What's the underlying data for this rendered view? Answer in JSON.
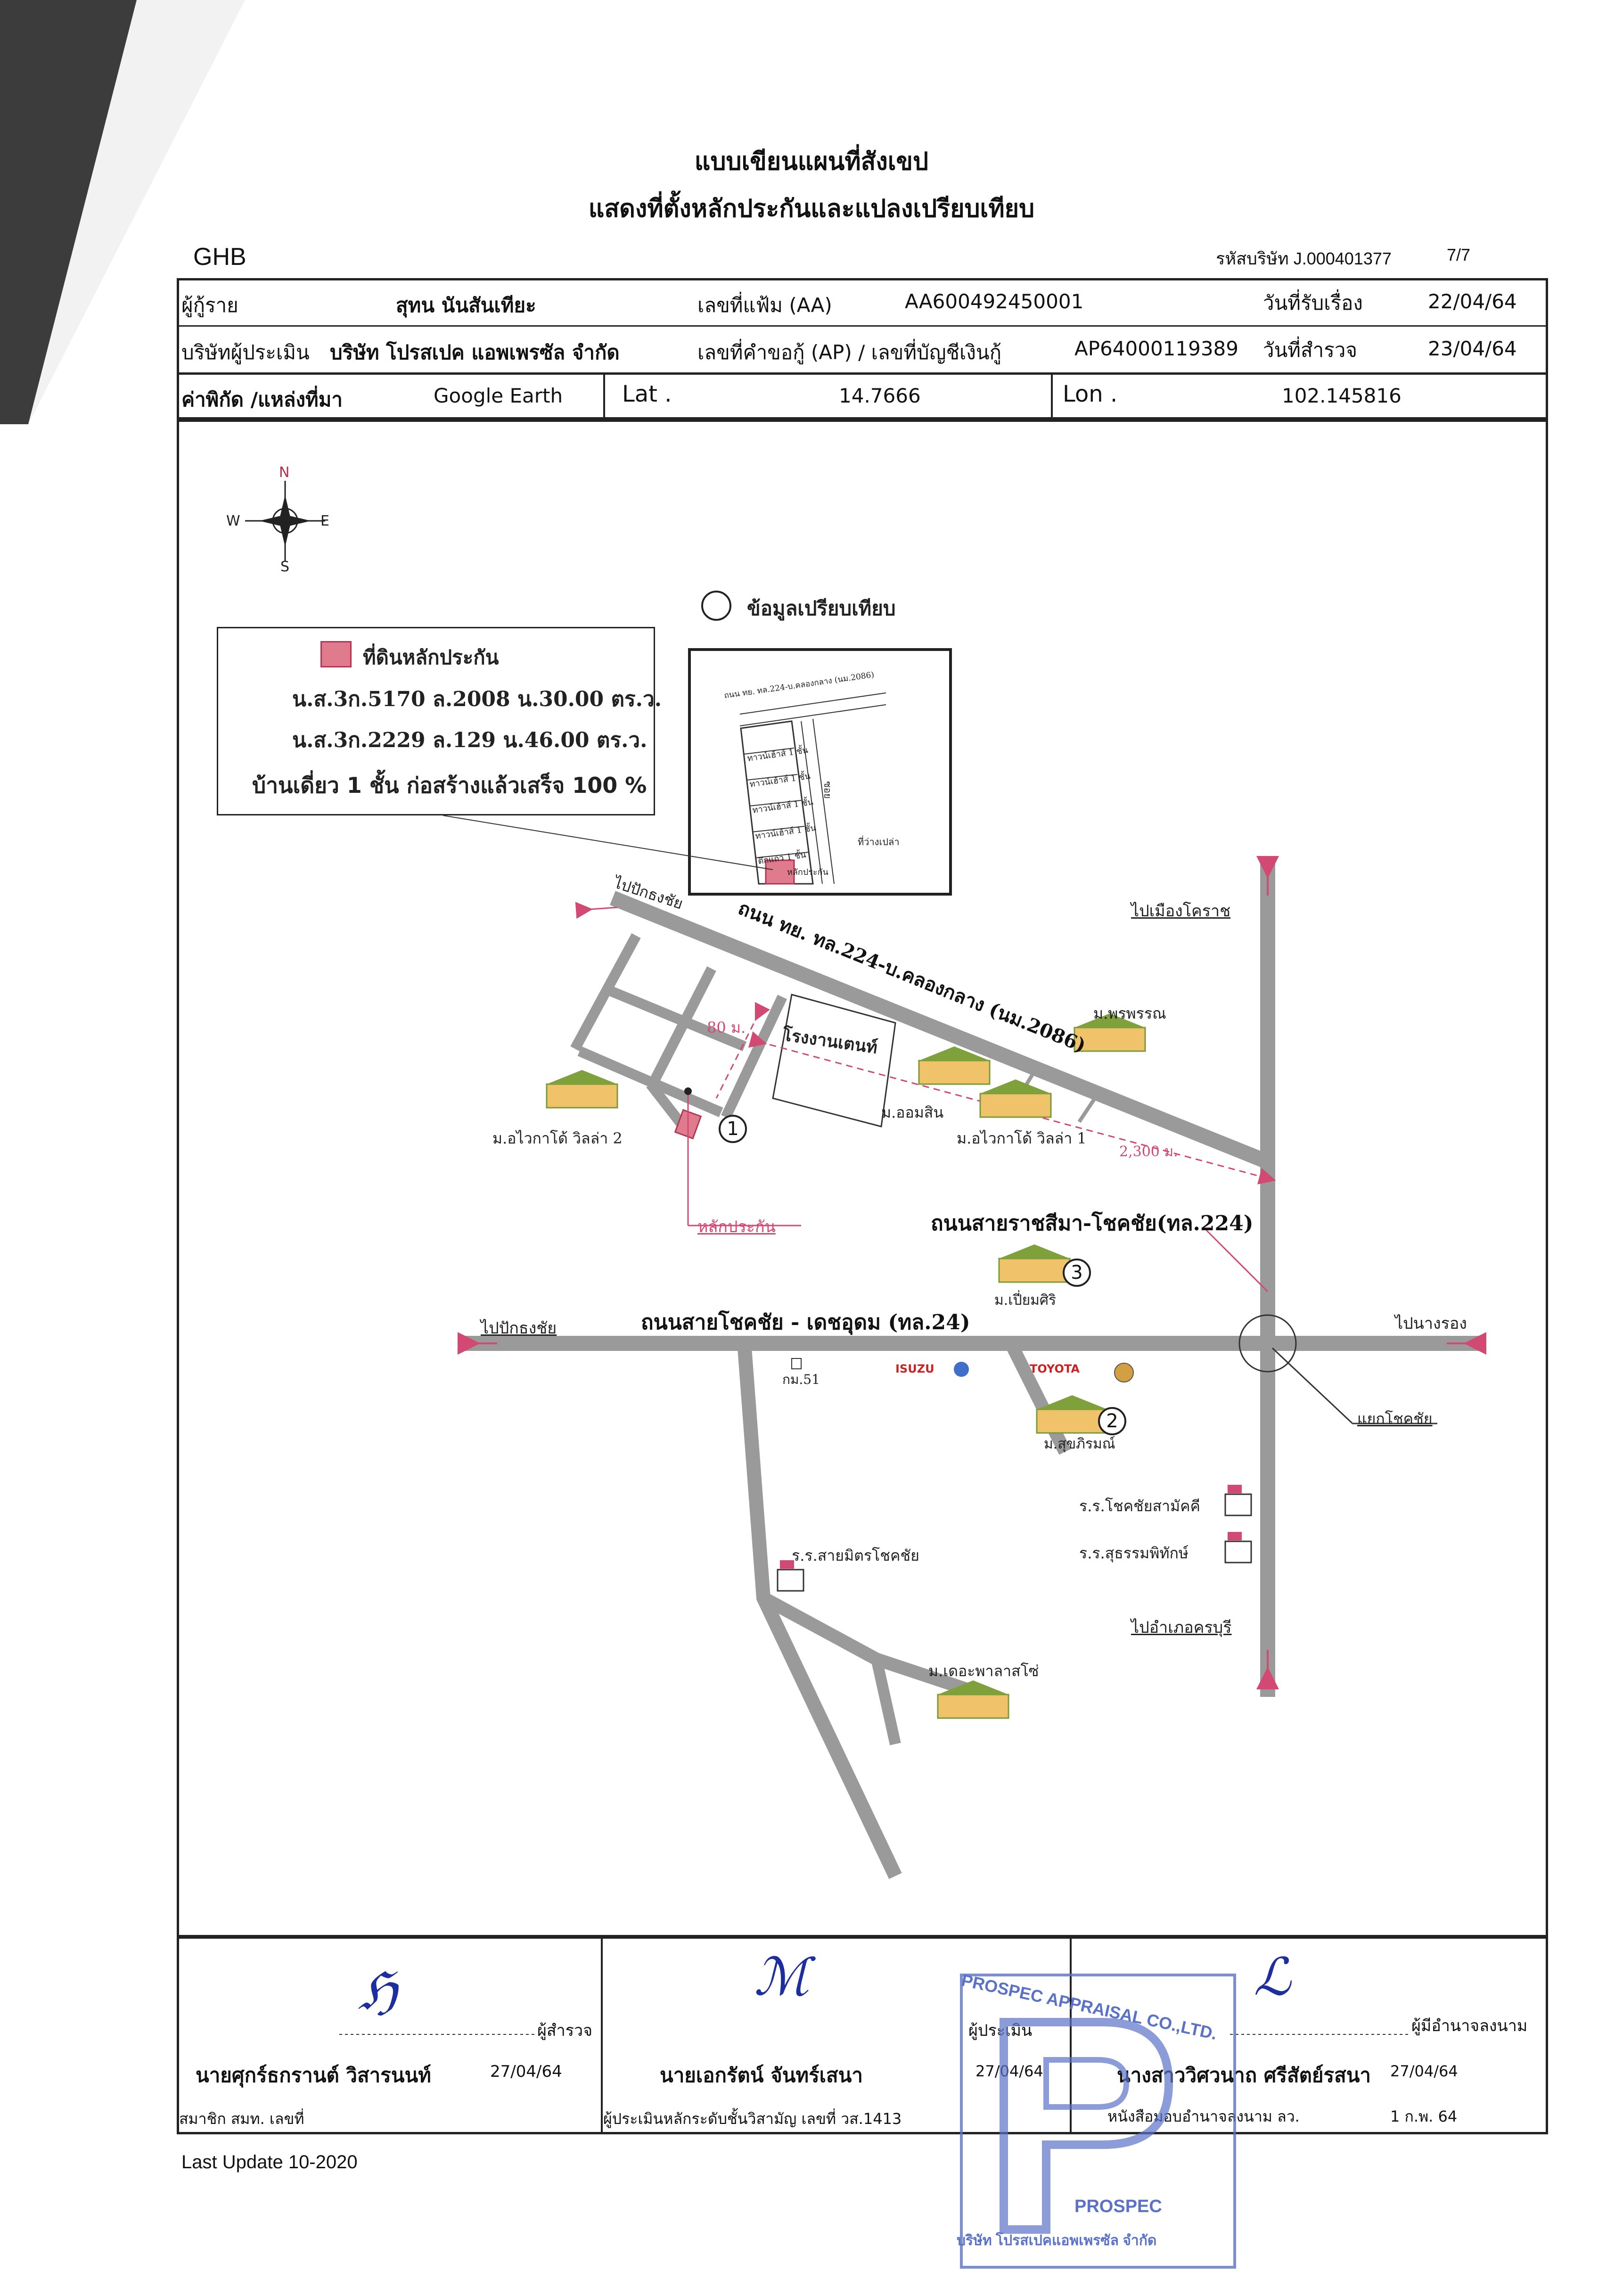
{
  "doc": {
    "title1": "แบบเขียนแผนที่สังเขป",
    "title2": "แสดงที่ตั้งหลักประกันและแปลงเปรียบเทียบ",
    "org": "GHB",
    "company_code": "รหัสบริษัท J.000401377",
    "page": "7/7",
    "last_update": "Last Update 10-2020"
  },
  "info": {
    "borrower_label": "ผู้กู้ราย",
    "borrower": "สุทน นันสันเทียะ",
    "file_label": "เลขที่แฟ้ม (AA)",
    "file_no": "AA600492450001",
    "received_label": "วันที่รับเรื่อง",
    "received_date": "22/04/64",
    "appraiser_label": "บริษัทผู้ประเมิน",
    "appraiser": "บริษัท โปรสเปค แอพเพรซัล จำกัด",
    "ap_label": "เลขที่คำขอกู้ (AP) / เลขที่บัญชีเงินกู้",
    "ap_no": "AP64000119389",
    "survey_label": "วันที่สำรวจ",
    "survey_date": "23/04/64",
    "coord_label": "ค่าพิกัด /แหล่งที่มา",
    "coord_source": "Google Earth",
    "lat_label": "Lat .",
    "lat": "14.7666",
    "lon_label": "Lon .",
    "lon": "102.145816"
  },
  "map": {
    "compass": {
      "n": "N",
      "s": "S",
      "e": "E",
      "w": "W"
    },
    "comparison_legend": "ข้อมูลเปรียบเทียบ",
    "collateral_legend": "ที่ดินหลักประกัน",
    "deed1": "น.ส.3ก.5170 ล.2008 น.30.00 ตร.ว.",
    "deed2": "น.ส.3ก.2229 ล.129 น.46.00 ตร.ว.",
    "house": "บ้านเดี่ยว 1 ชั้น ก่อสร้างแล้วเสร็จ 100 %",
    "inset": {
      "road": "ถนน ทย. ทล.224-บ.คลองกลาง (นม.2086)",
      "row1": "ทาวน์เฮ้าส์ 1 ชั้น",
      "row2": "ทาวน์เฮ้าส์ 1 ชั้น",
      "row3": "ทาวน์เฮ้าส์ 1 ชั้น",
      "row4": "ทาวน์เฮ้าส์ 1 ชั้น",
      "row5": "ตึกแถว 1 ชั้น",
      "empty": "ที่ว่างเปล่า",
      "lane": "ซอย",
      "lot": "หลักประกัน"
    },
    "labels": {
      "to_pakthongchai_top": "ไปปักธงชัย",
      "road_224": "ถนน ทย. ทล.224-บ.คลองกลาง (นม.2086)",
      "to_korat": "ไปเมืองโคราช",
      "village_phonphan": "ม.พรพรรณ",
      "dist_80": "80 ม.",
      "tent_factory": "โรงงานเตนท์",
      "village_omsin": "ม.ออมสิน",
      "village_owkaddi1": "ม.อไวกาโด้ วิลล่า 1",
      "village_owkaddi2": "ม.อไวกาโด้ วิลล่า 2",
      "dist_2300": "2,300 ม.",
      "collateral": "หลักประกัน",
      "road_sima": "ถนนสายราชสีมา-โชคชัย(ทล.224)",
      "village_piyamsiri": "ม.เปี่ยมศิริ",
      "to_pakthongchai": "ไปปักธงชัย",
      "road_24": "ถนนสายโชคชัย - เดชอุดม (ทล.24)",
      "to_nangrong": "ไปนางรอง",
      "km51": "กม.51",
      "isuzu": "ISUZU",
      "toyota": "TOYOTA",
      "choakchai_junction": "แยกโชคชัย",
      "village_sukkirom": "ม.สุขภิรมณ์",
      "school_choakchai": "ร.ร.โชคชัยสามัคคี",
      "school_suthammapitak": "ร.ร.สุธรรมพิทักษ์",
      "school_saimit": "ร.ร.สายมิตรโชคชัย",
      "to_khonburi": "ไปอำเภอครบุรี",
      "village_terrace": "ม.เดอะพาลาสโซ่",
      "marker1": "1",
      "marker2": "2",
      "marker3": "3"
    }
  },
  "footer": {
    "inspector_role": "ผู้สำรวจ",
    "inspector_name": "นายศุกร์ธกรานต์ วิสารนนท์",
    "inspector_date": "27/04/64",
    "inspector_member": "สมาชิก สมท. เลขที่",
    "appraiser_role": "ผู้ประเมิน",
    "appraiser_name": "นายเอกรัตน์ จันทร์เสนา",
    "appraiser_date": "27/04/64",
    "appraiser_license": "ผู้ประเมินหลักระดับชั้นวิสามัญ เลขที่ วส.1413",
    "signer_role": "ผู้มีอำนาจลงนาม",
    "signer_name": "นางสาววิศวนาถ ศรีสัตย์รสนา",
    "signer_date": "27/04/64",
    "signer_note": "หนังสือมอบอำนาจลงนาม ลว.",
    "signer_note_date": "1 ก.พ. 64",
    "stamp_top": "PROSPEC APPRAISAL CO.,LTD.",
    "stamp_bottom": "บริษัท โปรสเปคแอพเพรซัล จำกัด",
    "stamp_word": "PROSPEC"
  },
  "colors": {
    "accent": "#d24a74",
    "ink": "#1d2f9e",
    "stamp": "#5a72c8",
    "road": "#9a9a9a"
  }
}
